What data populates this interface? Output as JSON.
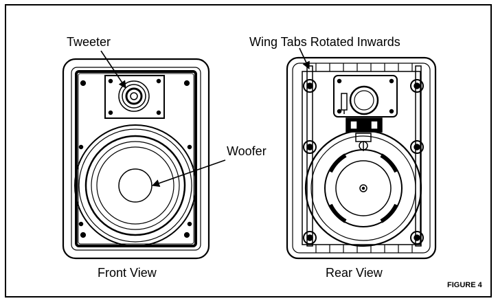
{
  "labels": {
    "tweeter": "Tweeter",
    "wing_tabs": "Wing Tabs Rotated Inwards",
    "woofer": "Woofer",
    "front_view": "Front View",
    "rear_view": "Rear View",
    "figure": "FIGURE 4"
  },
  "colors": {
    "line": "#000000",
    "background": "#ffffff"
  }
}
